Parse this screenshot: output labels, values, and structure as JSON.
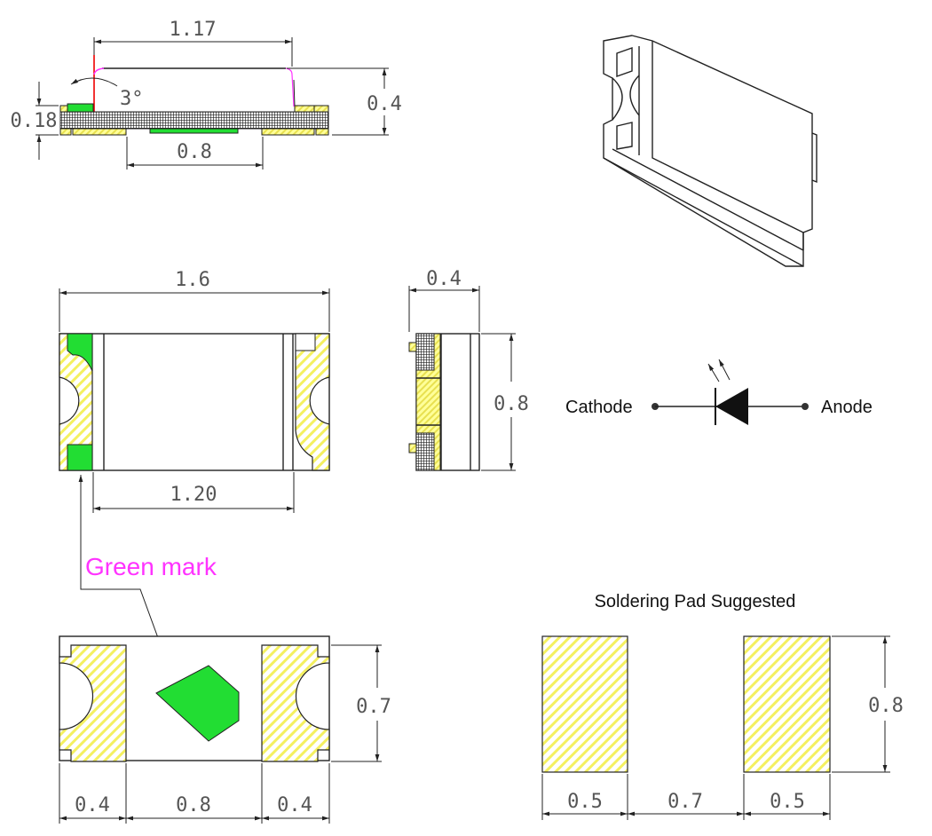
{
  "side_view": {
    "dim_top": "1.17",
    "dim_height": "0.4",
    "dim_pcb": "0.18",
    "dim_bottom": "0.8",
    "angle": "3°"
  },
  "top_view": {
    "dim_width": "1.6",
    "dim_inner": "1.20"
  },
  "end_view": {
    "dim_width": "0.4",
    "dim_height": "0.8"
  },
  "schematic": {
    "cathode": "Cathode",
    "anode": "Anode"
  },
  "green_mark": {
    "label": "Green mark"
  },
  "bottom_view": {
    "dim_height": "0.7",
    "dims_bottom": [
      "0.4",
      "0.8",
      "0.4"
    ]
  },
  "soldering_pad": {
    "title": "Soldering Pad Suggested",
    "dim_height": "0.8",
    "dims_bottom": [
      "0.5",
      "0.7",
      "0.5"
    ]
  },
  "colors": {
    "pad_yellow": "#ffff66",
    "green": "#22dd33",
    "magenta": "#ff33ff",
    "red": "#ee0000"
  }
}
